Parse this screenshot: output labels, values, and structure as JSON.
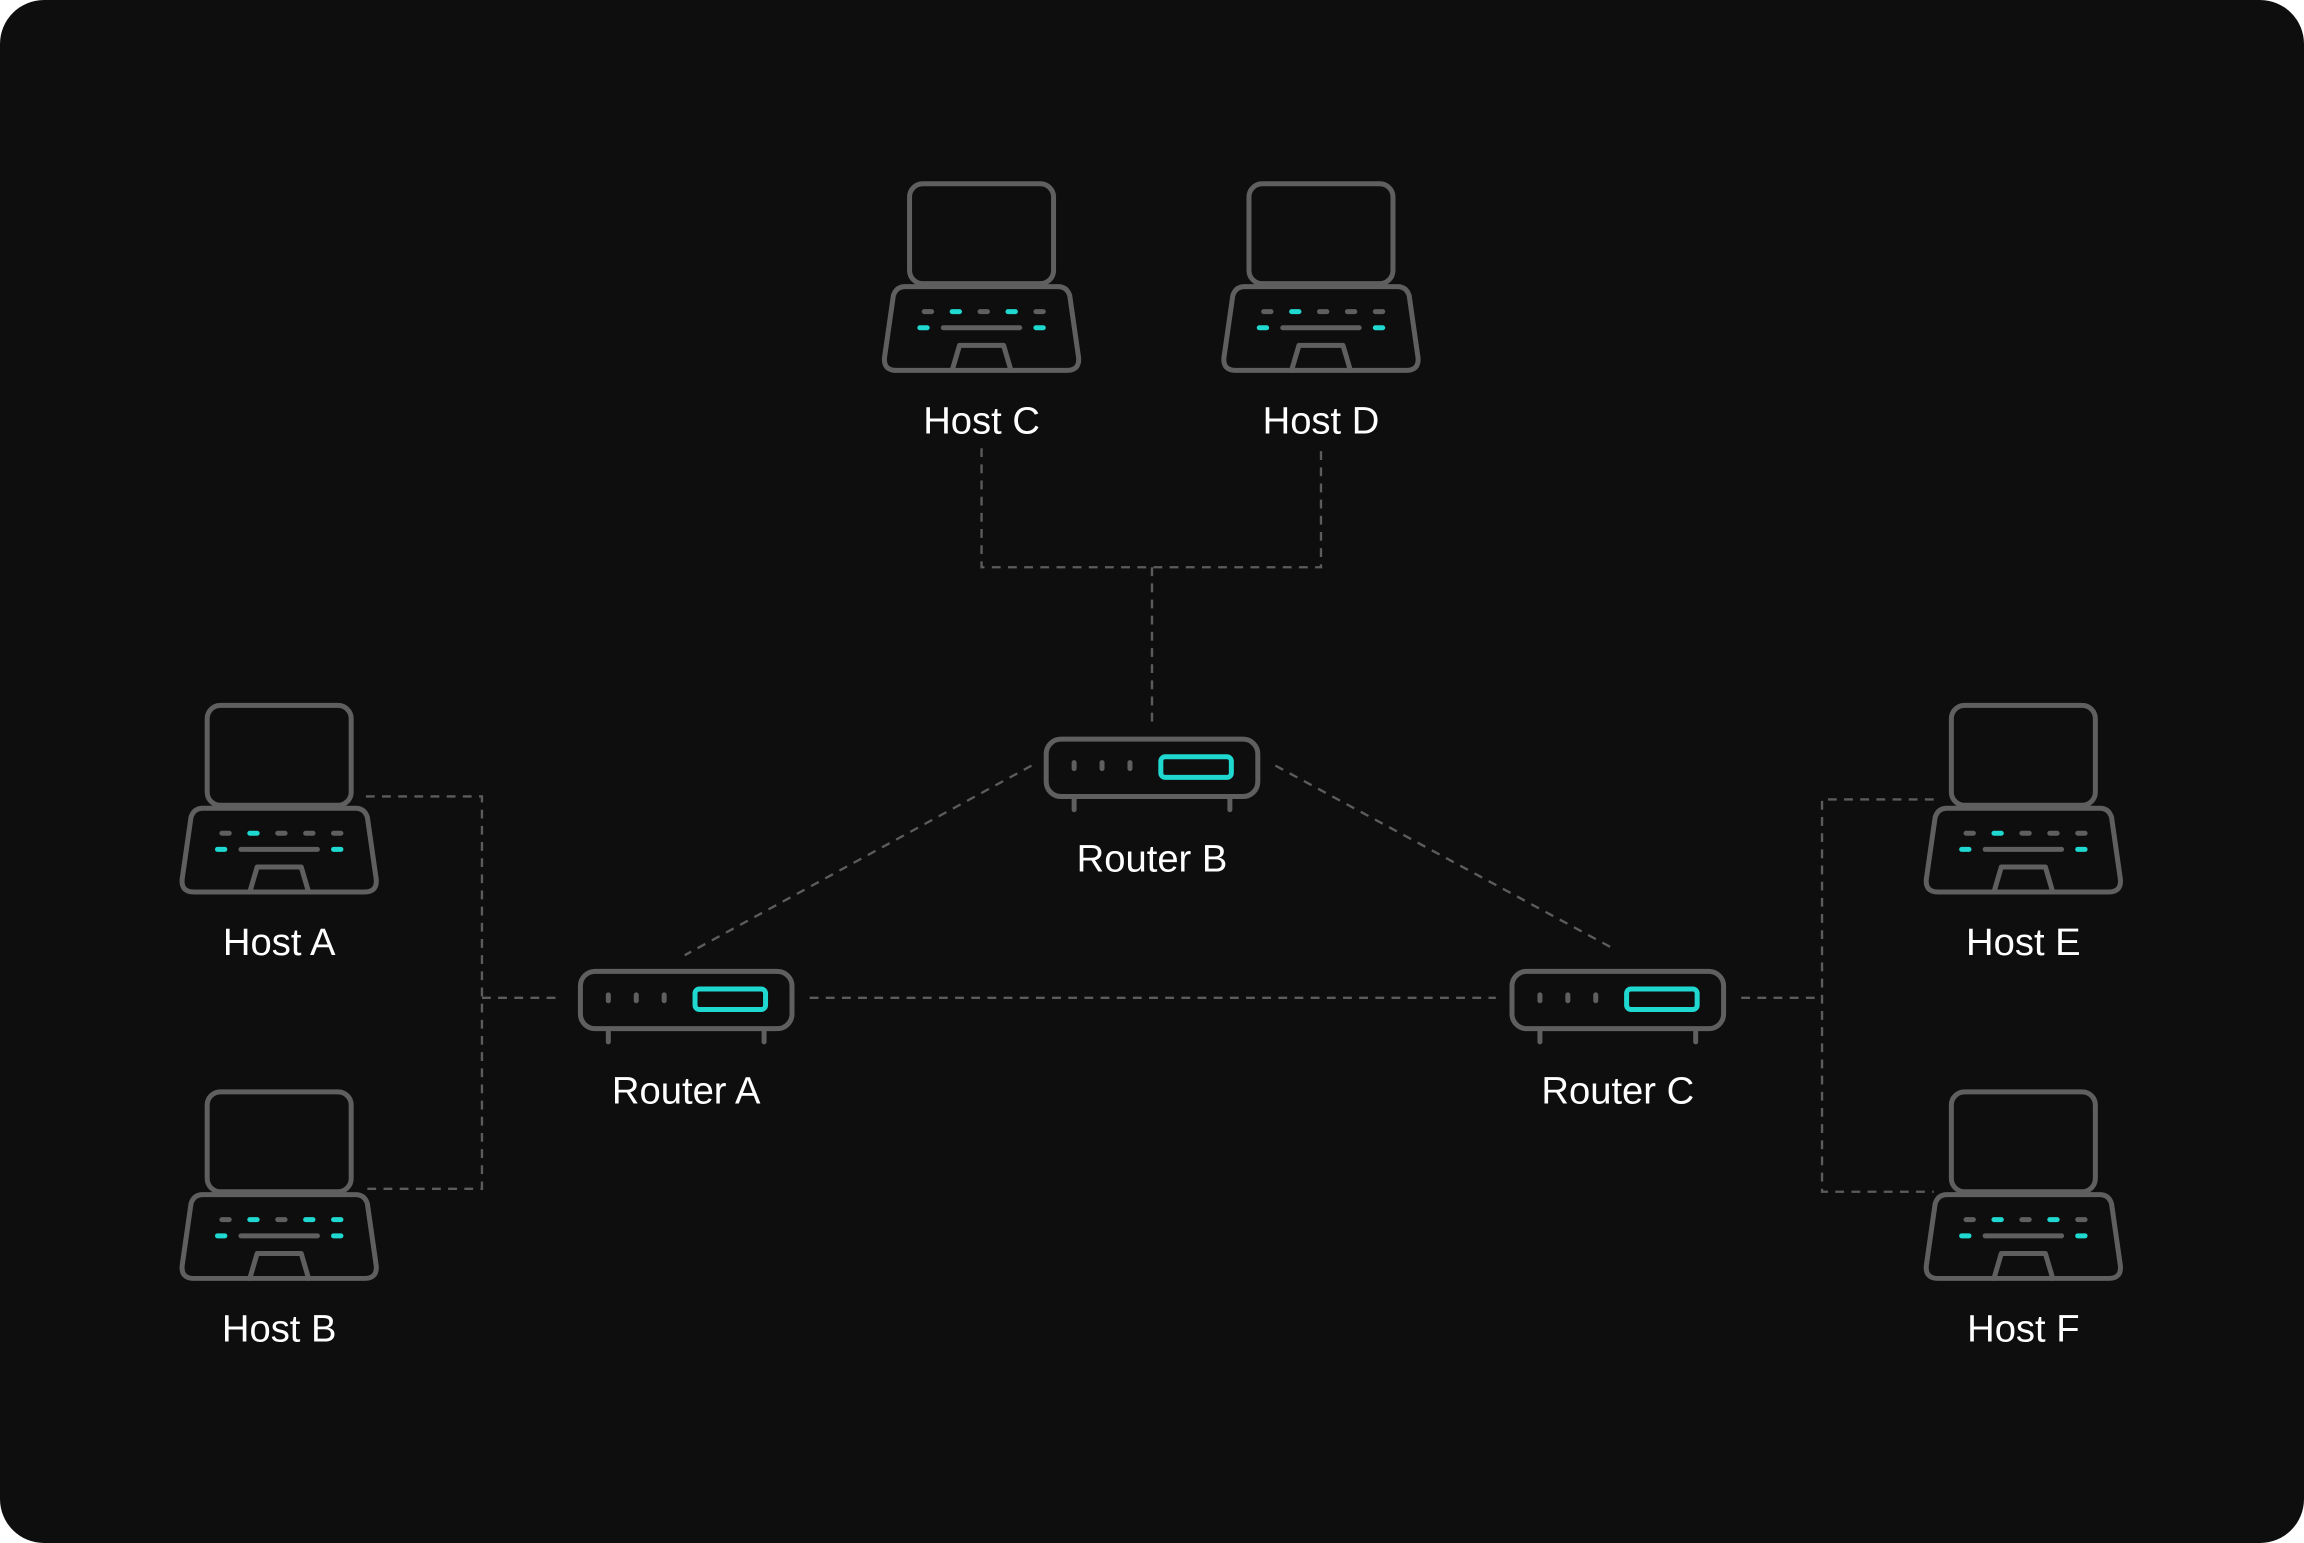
{
  "colors": {
    "background": "#0e0e0e",
    "device_stroke": "#5f5f5f",
    "accent": "#1fd8d0",
    "label": "#ffffff",
    "link": "#5c5c5c"
  },
  "hosts": [
    {
      "id": "host-a",
      "label": "Host A",
      "icon": "laptop-icon"
    },
    {
      "id": "host-b",
      "label": "Host B",
      "icon": "laptop-icon"
    },
    {
      "id": "host-c",
      "label": "Host C",
      "icon": "laptop-icon"
    },
    {
      "id": "host-d",
      "label": "Host D",
      "icon": "laptop-icon"
    },
    {
      "id": "host-e",
      "label": "Host E",
      "icon": "laptop-icon"
    },
    {
      "id": "host-f",
      "label": "Host F",
      "icon": "laptop-icon"
    }
  ],
  "routers": [
    {
      "id": "router-a",
      "label": "Router A",
      "icon": "router-icon"
    },
    {
      "id": "router-b",
      "label": "Router B",
      "icon": "router-icon"
    },
    {
      "id": "router-c",
      "label": "Router C",
      "icon": "router-icon"
    }
  ],
  "connections": [
    [
      "Host C",
      "Router B"
    ],
    [
      "Host D",
      "Router B"
    ],
    [
      "Router A",
      "Router B"
    ],
    [
      "Router B",
      "Router C"
    ],
    [
      "Router A",
      "Router C"
    ],
    [
      "Host A",
      "Router A"
    ],
    [
      "Host B",
      "Router A"
    ],
    [
      "Host E",
      "Router C"
    ],
    [
      "Host F",
      "Router C"
    ]
  ]
}
